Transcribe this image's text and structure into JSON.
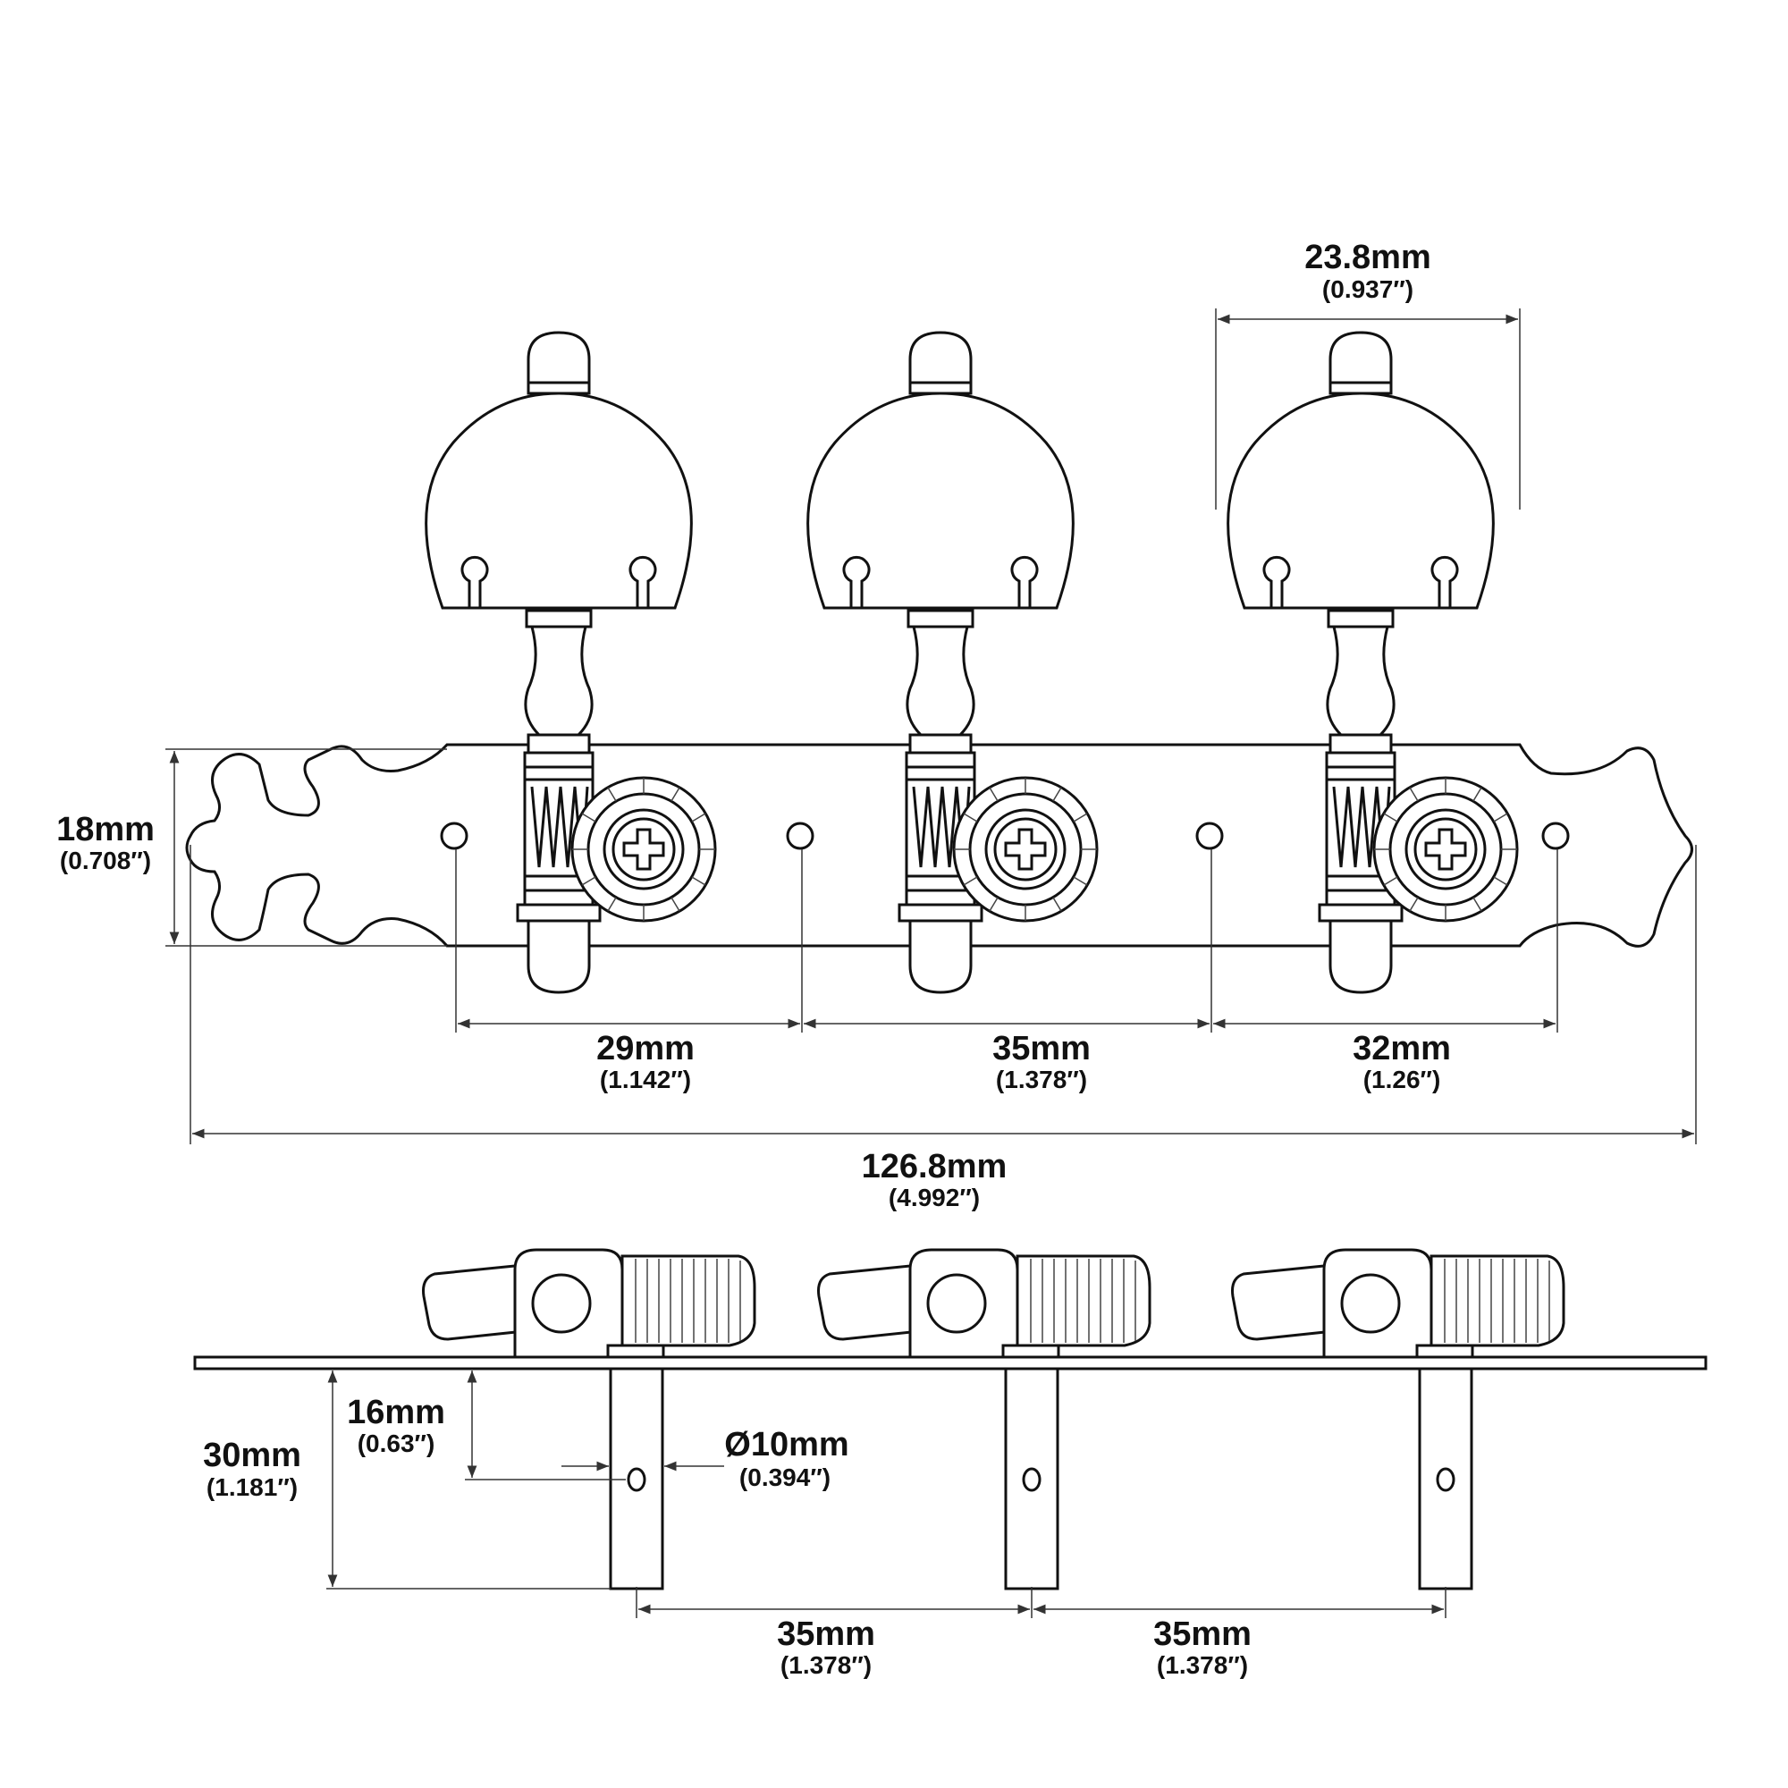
{
  "dimensions": {
    "button_width": {
      "mm": "23.8mm",
      "inch": "(0.937″)"
    },
    "plate_height": {
      "mm": "18mm",
      "inch": "(0.708″)"
    },
    "spacing_1": {
      "mm": "29mm",
      "inch": "(1.142″)"
    },
    "spacing_2": {
      "mm": "35mm",
      "inch": "(1.378″)"
    },
    "spacing_3": {
      "mm": "32mm",
      "inch": "(1.26″)"
    },
    "overall_length": {
      "mm": "126.8mm",
      "inch": "(4.992″)"
    },
    "hole_offset": {
      "mm": "16mm",
      "inch": "(0.63″)"
    },
    "roller_length": {
      "mm": "30mm",
      "inch": "(1.181″)"
    },
    "roller_diameter": {
      "mm": "Ø10mm",
      "inch": "(0.394″)"
    },
    "roller_spacing_1": {
      "mm": "35mm",
      "inch": "(1.378″)"
    },
    "roller_spacing_2": {
      "mm": "35mm",
      "inch": "(1.378″)"
    }
  }
}
